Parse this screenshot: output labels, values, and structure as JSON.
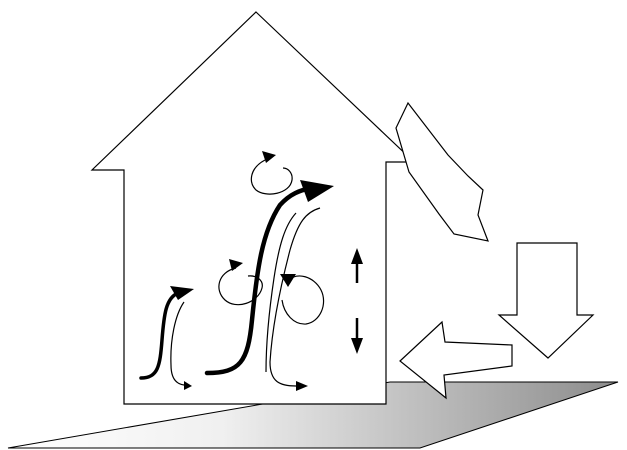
{
  "diagram": {
    "colors": {
      "background": "#ffffff",
      "outline": "#000000",
      "ground_light": "#ffffff",
      "ground_dark": "#8c8c8c"
    },
    "elements": [
      {
        "name": "house-outline",
        "kind": "house"
      },
      {
        "name": "ground-plane",
        "kind": "gradient-surface"
      },
      {
        "name": "incoming-diagonal-arrow",
        "kind": "block-arrow"
      },
      {
        "name": "downward-block-arrow",
        "kind": "block-arrow"
      },
      {
        "name": "leftward-block-arrow",
        "kind": "block-arrow"
      },
      {
        "name": "small-rising-air-arrow",
        "kind": "flow-arrow"
      },
      {
        "name": "large-rising-air-arrow",
        "kind": "flow-arrow"
      },
      {
        "name": "swirl-arrow",
        "kind": "swirl"
      },
      {
        "name": "up-arrow",
        "kind": "arrow"
      },
      {
        "name": "down-arrow",
        "kind": "arrow"
      }
    ]
  }
}
